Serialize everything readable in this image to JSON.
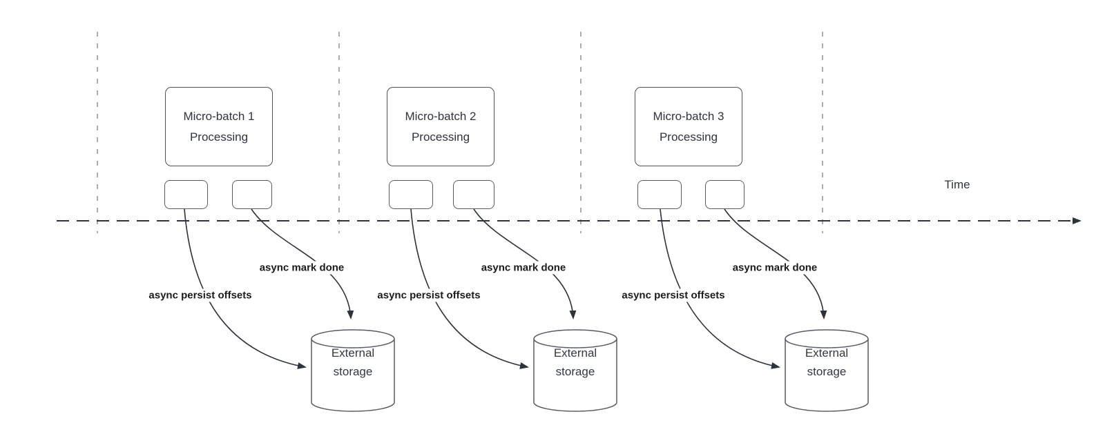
{
  "diagram": {
    "timeline": {
      "label": "Time"
    },
    "batches": [
      {
        "title": "Micro-batch 1",
        "subtitle": "Processing",
        "persist_arrow_label": "async persist offsets",
        "mark_done_arrow_label": "async mark done",
        "storage": {
          "line1": "External",
          "line2": "storage"
        }
      },
      {
        "title": "Micro-batch 2",
        "subtitle": "Processing",
        "persist_arrow_label": "async persist offsets",
        "mark_done_arrow_label": "async mark done",
        "storage": {
          "line1": "External",
          "line2": "storage"
        }
      },
      {
        "title": "Micro-batch 3",
        "subtitle": "Processing",
        "persist_arrow_label": "async persist offsets",
        "mark_done_arrow_label": "async mark done",
        "storage": {
          "line1": "External",
          "line2": "storage"
        }
      }
    ],
    "colors": {
      "ink": "#2d323b",
      "shape_border": "#4c5057",
      "text": "#2f333c",
      "label_text": "#1b1b1b",
      "guide_line": "#a9adb2",
      "background": "#ffffff"
    }
  }
}
